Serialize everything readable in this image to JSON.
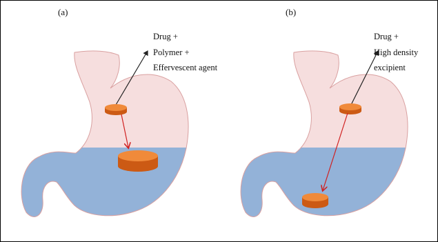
{
  "panel_a": {
    "label": "(a)",
    "annotation": [
      "Drug +",
      "Polymer +",
      "Effervescent agent"
    ]
  },
  "panel_b": {
    "label": "(b)",
    "annotation": [
      "Drug +",
      "High density",
      "excipient"
    ]
  },
  "colors": {
    "stomach_upper": "#f6dede",
    "stomach_outline": "#d9a0a0",
    "gastric_fluid": "#93b2d8",
    "tablet_top": "#f08a3a",
    "tablet_side": "#cc5a14",
    "arrow": "#d02020",
    "pointer_line": "#222222"
  }
}
